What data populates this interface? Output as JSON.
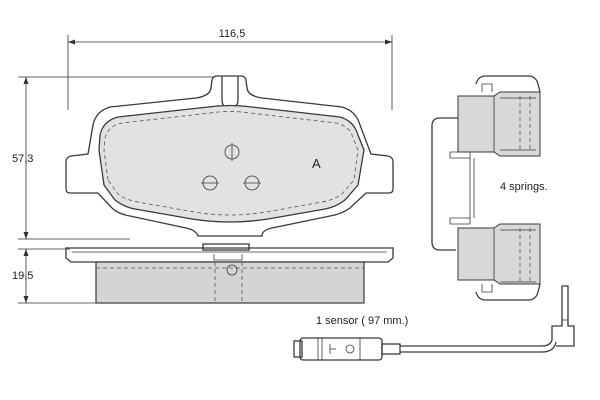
{
  "dimensions": {
    "width_label": "116,5",
    "height_label": "57,3",
    "thickness_label": "19,5"
  },
  "pad_marker": "A",
  "springs_label": "4 springs.",
  "sensor_label": "1 sensor ( 97 mm.)",
  "colors": {
    "line": "#3a3a3a",
    "pad_fill": "#e2e2e2",
    "backing_fill": "#d4d4d4"
  }
}
